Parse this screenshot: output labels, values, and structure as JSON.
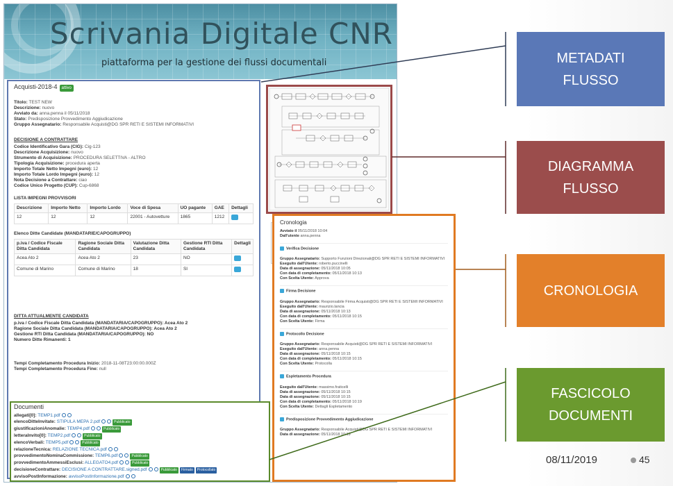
{
  "banner": {
    "title": "Scrivania Digitale CNR",
    "subtitle": "piattaforma per la gestione dei flussi documentali"
  },
  "process": {
    "name": "Acquisti-2018-4",
    "status": "attivo",
    "fields": [
      {
        "k": "Titolo:",
        "v": "TEST NEW"
      },
      {
        "k": "Descrizione:",
        "v": "nuovo"
      },
      {
        "k": "Avviato da:",
        "v": "anna.penna il 05/11/2018"
      },
      {
        "k": "Stato:",
        "v": "Predisposizione Provvedimento Aggiudicazione"
      },
      {
        "k": "Gruppo Assegnatario:",
        "v": "Responsabile Acquisti@DG SPR RETI E SISTEMI INFORMATIVI"
      }
    ],
    "decision_title": "DECISIONE A CONTRATTARE",
    "decision_fields": [
      {
        "k": "Codice Identificativo Gara (CIG):",
        "v": "Cig-123"
      },
      {
        "k": "Descrizione Acquisizione:",
        "v": "nuovo"
      },
      {
        "k": "Strumento di Acquisizione:",
        "v": "PROCEDURA SELETTIVA - ALTRO"
      },
      {
        "k": "Tipologia Acquisizione:",
        "v": "procedura aperta"
      },
      {
        "k": "Importo Totale Netto Impegni (euro):",
        "v": "12"
      },
      {
        "k": "Importo Totale Lordo Impegni (euro):",
        "v": "12"
      },
      {
        "k": "Nota Decisione a Contrattare:",
        "v": "ciao"
      },
      {
        "k": "Codice Unico Progetto (CUP):",
        "v": "Cup-6868"
      }
    ],
    "impegni_title": "LISTA IMPEGNI PROVVISORI",
    "impegni_headers": [
      "Descrizione",
      "Importo Netto",
      "Importo Lordo",
      "Voce di Spesa",
      "UO pagante",
      "GAE",
      "Dettagli"
    ],
    "impegni_rows": [
      [
        "12",
        "12",
        "12",
        "22001 - Autovetture",
        "1865",
        "1212"
      ]
    ],
    "ditte_title": "Elenco Ditte Candidate (MANDATARIE/CAPOGRUPPO)",
    "ditte_headers": [
      "p.iva / Codice Fiscale Ditta Candidata",
      "Ragione Sociale Ditta Candidata",
      "Valutazione Ditta Candidata",
      "Gestione RTI Ditta Candidata",
      "Dettagli"
    ],
    "ditte_rows": [
      [
        "Acea Ato 2",
        "Acea Ato 2",
        "23",
        "NO"
      ],
      [
        "Comune di Marino",
        "Comune di Marino",
        "18",
        "SI"
      ]
    ],
    "attuale_title": "DITTA ATTUALMENTE CANDIDATA",
    "attuale_lines": [
      "p.iva / Codice Fiscale Ditta Candidata (MANDATARIA/CAPOGRUPPO): Acea Ato 2",
      "Ragione Sociale Ditta Candidata (MANDATARIA/CAPOGRUPPO): Acea Ato 2",
      "Gestione RTI Ditta Candidata (MANDATARIA/CAPOGRUPPO): NO",
      "Numero Ditte Rimanenti: 1"
    ],
    "tempi": [
      {
        "k": "Tempi Completamento Procedura Inizio:",
        "v": "2018-11-08T23:00:00.000Z"
      },
      {
        "k": "Tempi Completamento Procedura Fine:",
        "v": "null"
      }
    ]
  },
  "documenti": {
    "title": "Documenti",
    "items": [
      {
        "k": "allegati[0]:",
        "file": "TEMP1.pdf",
        "tags": []
      },
      {
        "k": "elencoDitteInvitate:",
        "file": "STIPULA MEPA 2.pdf",
        "tags": [
          "Pubblicato"
        ]
      },
      {
        "k": "giustificazioniAnomalie:",
        "file": "TEMP4.pdf",
        "tags": [
          "Pubblicato"
        ]
      },
      {
        "k": "letteraInvito[0]:",
        "file": "TEMP2.pdf",
        "tags": [
          "Pubblicato"
        ]
      },
      {
        "k": "elencoVerbali:",
        "file": "TEMP5.pdf",
        "tags": [
          "Pubblicato"
        ]
      },
      {
        "k": "relazioneTecnica:",
        "file": "RELAZIONE TECNICA.pdf",
        "tags": []
      },
      {
        "k": "provvedimentoNominaCommissione:",
        "file": "TEMP6.pdf",
        "tags": [
          "Pubblicato"
        ]
      },
      {
        "k": "provvedimentoAmmessiEsclusi:",
        "file": "ALLEGATO4.pdf",
        "tags": [
          "Pubblicato"
        ]
      },
      {
        "k": "decisioneContrattare:",
        "file": "DECISIONE A CONTRATTARE.signed.pdf",
        "tags": [
          "Pubblicato",
          "Firmato",
          "Protocollato"
        ]
      },
      {
        "k": "avvisoPostInformazione:",
        "file": "avvisoPostInformazione.pdf",
        "tags": []
      }
    ]
  },
  "cronologia": {
    "title": "Cronologia",
    "header": [
      {
        "k": "Avviato il",
        "v": "05/11/2018 10:04"
      },
      {
        "k": "Dall'utente",
        "v": "anna.penna"
      }
    ],
    "steps": [
      {
        "name": "Verifica Decisione",
        "lines": [
          [
            "Gruppo Assegnatario:",
            "Supporto Funzioni Direzionali@DG SPR RETI E SISTEMI INFORMATIVI"
          ],
          [
            "Eseguito dall'Utente:",
            "roberto.puccinelli"
          ],
          [
            "Data di assegnazione:",
            "05/11/2018 10:05"
          ],
          [
            "Con data di completamento:",
            "05/11/2018 10:13"
          ],
          [
            "Con Scelta Utente:",
            "Approva"
          ]
        ]
      },
      {
        "name": "Firma Decisione",
        "lines": [
          [
            "Gruppo Assegnatario:",
            "Responsabile Firma Acquisti@DG SPR RETI E SISTEMI INFORMATIVI"
          ],
          [
            "Eseguito dall'Utente:",
            "maurizio.lancia"
          ],
          [
            "Data di assegnazione:",
            "05/11/2018 10:13"
          ],
          [
            "Con data di completamento:",
            "05/11/2018 10:15"
          ],
          [
            "Con Scelta Utente:",
            "Firma"
          ]
        ]
      },
      {
        "name": "Protocollo Decisione",
        "lines": [
          [
            "Gruppo Assegnatario:",
            "Responsabile Acquisti@DG SPR RETI E SISTEMI INFORMATIVI"
          ],
          [
            "Eseguito dall'Utente:",
            "anna.penna"
          ],
          [
            "Data di assegnazione:",
            "05/11/2018 10:15"
          ],
          [
            "Con data di completamento:",
            "05/11/2018 10:15"
          ],
          [
            "Con Scelta Utente:",
            "Protocolla"
          ]
        ]
      },
      {
        "name": "Espletamento Procedura",
        "lines": [
          [
            "Eseguito dall'Utente:",
            "massimo.fraticelli"
          ],
          [
            "Data di assegnazione:",
            "05/11/2018 10:15"
          ],
          [
            "Data di assegnazione:",
            "05/11/2018 10:15"
          ],
          [
            "Con data di completamento:",
            "05/11/2018 10:19"
          ],
          [
            "Con Scelta Utente:",
            "Dettagli Espletamento"
          ]
        ]
      },
      {
        "name": "Predisposizione Provvedimento Aggiudicazione",
        "lines": [
          [
            "Gruppo Assegnatario:",
            "Responsabile Acquisti@DG SPR RETI E SISTEMI INFORMATIVI"
          ],
          [
            "Data di assegnazione:",
            "05/11/2018 10:19"
          ]
        ]
      }
    ]
  },
  "labels": {
    "metadati": "METADATI FLUSSO",
    "diagramma": "DIAGRAMMA FLUSSO",
    "cronologia": "CRONOLOGIA",
    "fascicolo": "FASCICOLO DOCUMENTI"
  },
  "colors": {
    "metadati": "#5a78b7",
    "diagramma": "#9b4d4c",
    "cronologia": "#e3802a",
    "fascicolo": "#6b9a2f"
  },
  "footer": {
    "date": "08/11/2019",
    "page": "45"
  }
}
